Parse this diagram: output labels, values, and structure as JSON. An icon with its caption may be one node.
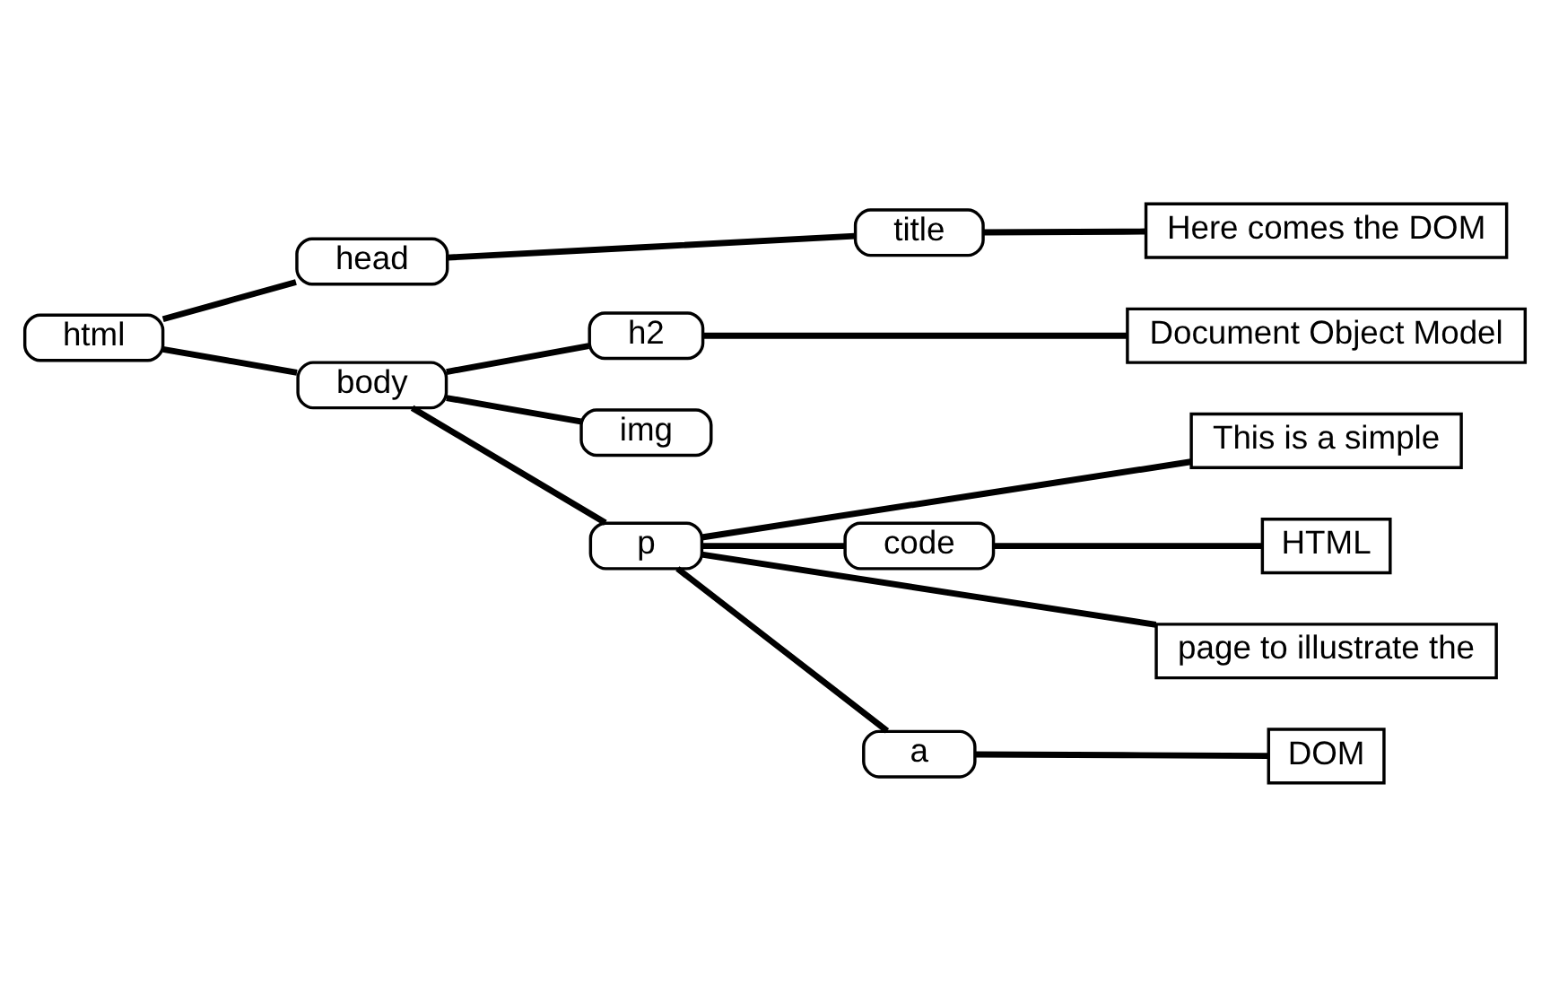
{
  "diagram": {
    "nodes": [
      {
        "text": [
          "html"
        ]
      },
      {
        "text": [
          "head"
        ]
      },
      {
        "text": [
          "title"
        ]
      },
      {
        "text": [
          "Here comes the DOM"
        ]
      },
      {
        "text": [
          "body"
        ]
      },
      {
        "text": [
          "h2"
        ]
      },
      {
        "text": [
          "Document Object Model"
        ]
      },
      {
        "text": [
          "img"
        ]
      },
      {
        "text": [
          "p"
        ]
      },
      {
        "text": [
          "This is a simple"
        ]
      },
      {
        "text": [
          "code"
        ]
      },
      {
        "text": [
          "HTML"
        ]
      },
      {
        "text": [
          "page to illustrate the"
        ]
      },
      {
        "text": [
          "a"
        ]
      },
      {
        "text": [
          "DOM"
        ]
      }
    ],
    "edges": [
      {
        "from": 0,
        "to": 1,
        "arrow": "none"
      },
      {
        "from": 1,
        "to": 2,
        "arrow": "none"
      },
      {
        "from": 2,
        "to": 3,
        "arrow": "none"
      },
      {
        "from": 0,
        "to": 4,
        "arrow": "none"
      },
      {
        "from": 4,
        "to": 5,
        "arrow": "none"
      },
      {
        "from": 5,
        "to": 6,
        "arrow": "none"
      },
      {
        "from": 4,
        "to": 7,
        "arrow": "none"
      },
      {
        "from": 4,
        "to": 8,
        "arrow": "none"
      },
      {
        "from": 8,
        "to": 9,
        "arrow": "none"
      },
      {
        "from": 8,
        "to": 10,
        "arrow": "none"
      },
      {
        "from": 10,
        "to": 11,
        "arrow": "none"
      },
      {
        "from": 8,
        "to": 12,
        "arrow": "none"
      },
      {
        "from": 8,
        "to": 13,
        "arrow": "none"
      },
      {
        "from": 13,
        "to": 14,
        "arrow": "none"
      }
    ]
  }
}
